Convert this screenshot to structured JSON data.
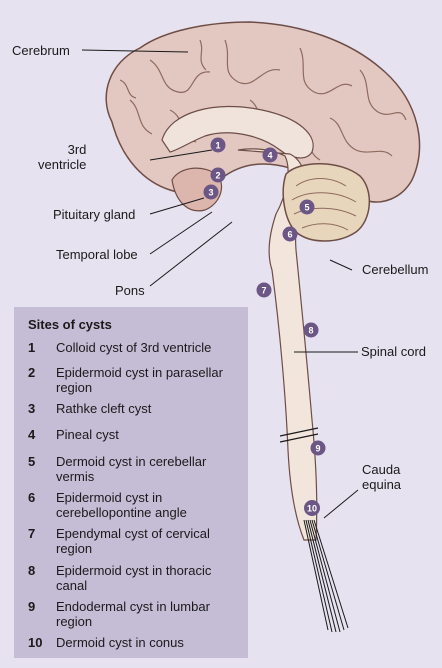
{
  "labels": {
    "cerebrum": "Cerebrum",
    "third_ventricle": "3rd\nventricle",
    "pituitary_gland": "Pituitary gland",
    "temporal_lobe": "Temporal lobe",
    "pons": "Pons",
    "cerebellum": "Cerebellum",
    "spinal_cord": "Spinal cord",
    "cauda_equina": "Cauda\nequina"
  },
  "legend": {
    "title": "Sites of cysts",
    "items": [
      {
        "num": "1",
        "text": "Colloid cyst of 3rd ventricle"
      },
      {
        "num": "2",
        "text": "Epidermoid cyst in parasellar region"
      },
      {
        "num": "3",
        "text": "Rathke cleft cyst"
      },
      {
        "num": "4",
        "text": "Pineal cyst"
      },
      {
        "num": "5",
        "text": "Dermoid cyst in cerebellar vermis"
      },
      {
        "num": "6",
        "text": "Epidermoid cyst in cerebellopontine angle"
      },
      {
        "num": "7",
        "text": "Ependymal cyst of cervical region"
      },
      {
        "num": "8",
        "text": "Epidermoid cyst in thoracic canal"
      },
      {
        "num": "9",
        "text": "Endodermal cyst in lumbar region"
      },
      {
        "num": "10",
        "text": "Dermoid cyst in conus"
      }
    ]
  },
  "markers": [
    "1",
    "2",
    "3",
    "4",
    "5",
    "6",
    "7",
    "8",
    "9",
    "10"
  ],
  "colors": {
    "background": "#e6e2f0",
    "brain": "#e2c8c0",
    "brain_outline": "#6e4d46",
    "cerebellum": "#e8d6bc",
    "cord": "#f2e6dc",
    "marker": "#6c5685",
    "legend_bg": "#c5bcd6"
  }
}
